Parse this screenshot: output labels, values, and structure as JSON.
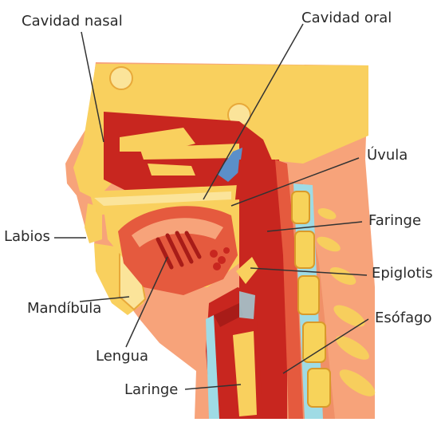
{
  "labels": {
    "cavidad_nasal": "Cavidad nasal",
    "cavidad_oral": "Cavidad oral",
    "uvula": "Úvula",
    "faringe": "Faringe",
    "epiglotis": "Epiglotis",
    "esofago": "Esófago",
    "labios": "Labios",
    "mandibula": "Mandíbula",
    "lengua": "Lengua",
    "laringe": "Laringe"
  },
  "colors": {
    "skin": "#f7a37a",
    "skin_dark": "#f08c62",
    "bone": "#f9d05e",
    "bone_light": "#fbe49a",
    "cavity": "#c8261f",
    "cavity_dark": "#a81c18",
    "tissue_pink": "#e55a3e",
    "vertebra": "#f7d35a",
    "disc": "#9fdbe5",
    "uvula_blue": "#5b8fc9",
    "leader_line": "#333333",
    "label_text": "#2a2a2a"
  }
}
